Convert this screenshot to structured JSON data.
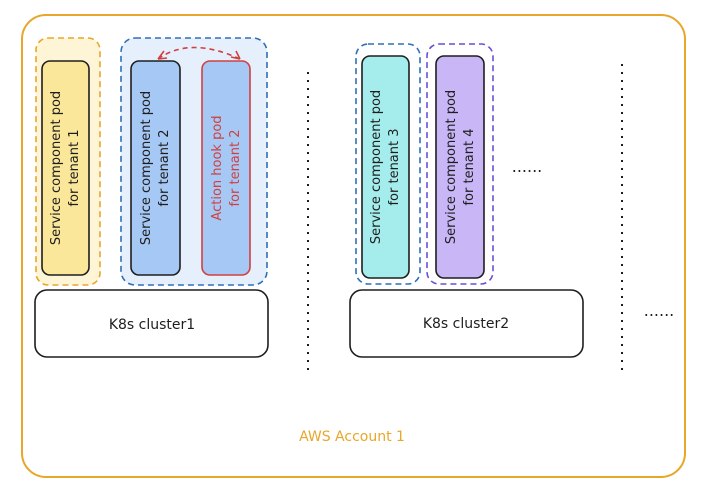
{
  "account": {
    "label": "AWS Account 1",
    "color": "#e8a72a"
  },
  "clusters": [
    {
      "label": "K8s cluster1"
    },
    {
      "label": "K8s cluster2"
    }
  ],
  "pods": [
    {
      "line1": "Service component pod",
      "line2": "for tenant 1",
      "fill": "#fbe79a",
      "group_fill": "#fef5d6",
      "group_stroke": "#e8a72a"
    },
    {
      "line1": "Service component pod",
      "line2": "for tenant 2",
      "fill": "#a6c8f5",
      "group_fill": "#e6f0fc",
      "group_stroke": "#2f6fb8"
    },
    {
      "line1": "Action hook pod",
      "line2": "for tenant 2",
      "fill": "#a6c8f5",
      "text_color": "#d04040",
      "stroke": "#d04040"
    },
    {
      "line1": "Service component pod",
      "line2": "for tenant 3",
      "fill": "#a5ecec",
      "group_stroke": "#2f6fb8"
    },
    {
      "line1": "Service component pod",
      "line2": "for tenant 4",
      "fill": "#c8b6f7",
      "group_stroke": "#6a4fd6"
    }
  ],
  "ellipsis": {
    "inner": "......",
    "outer": "......"
  }
}
